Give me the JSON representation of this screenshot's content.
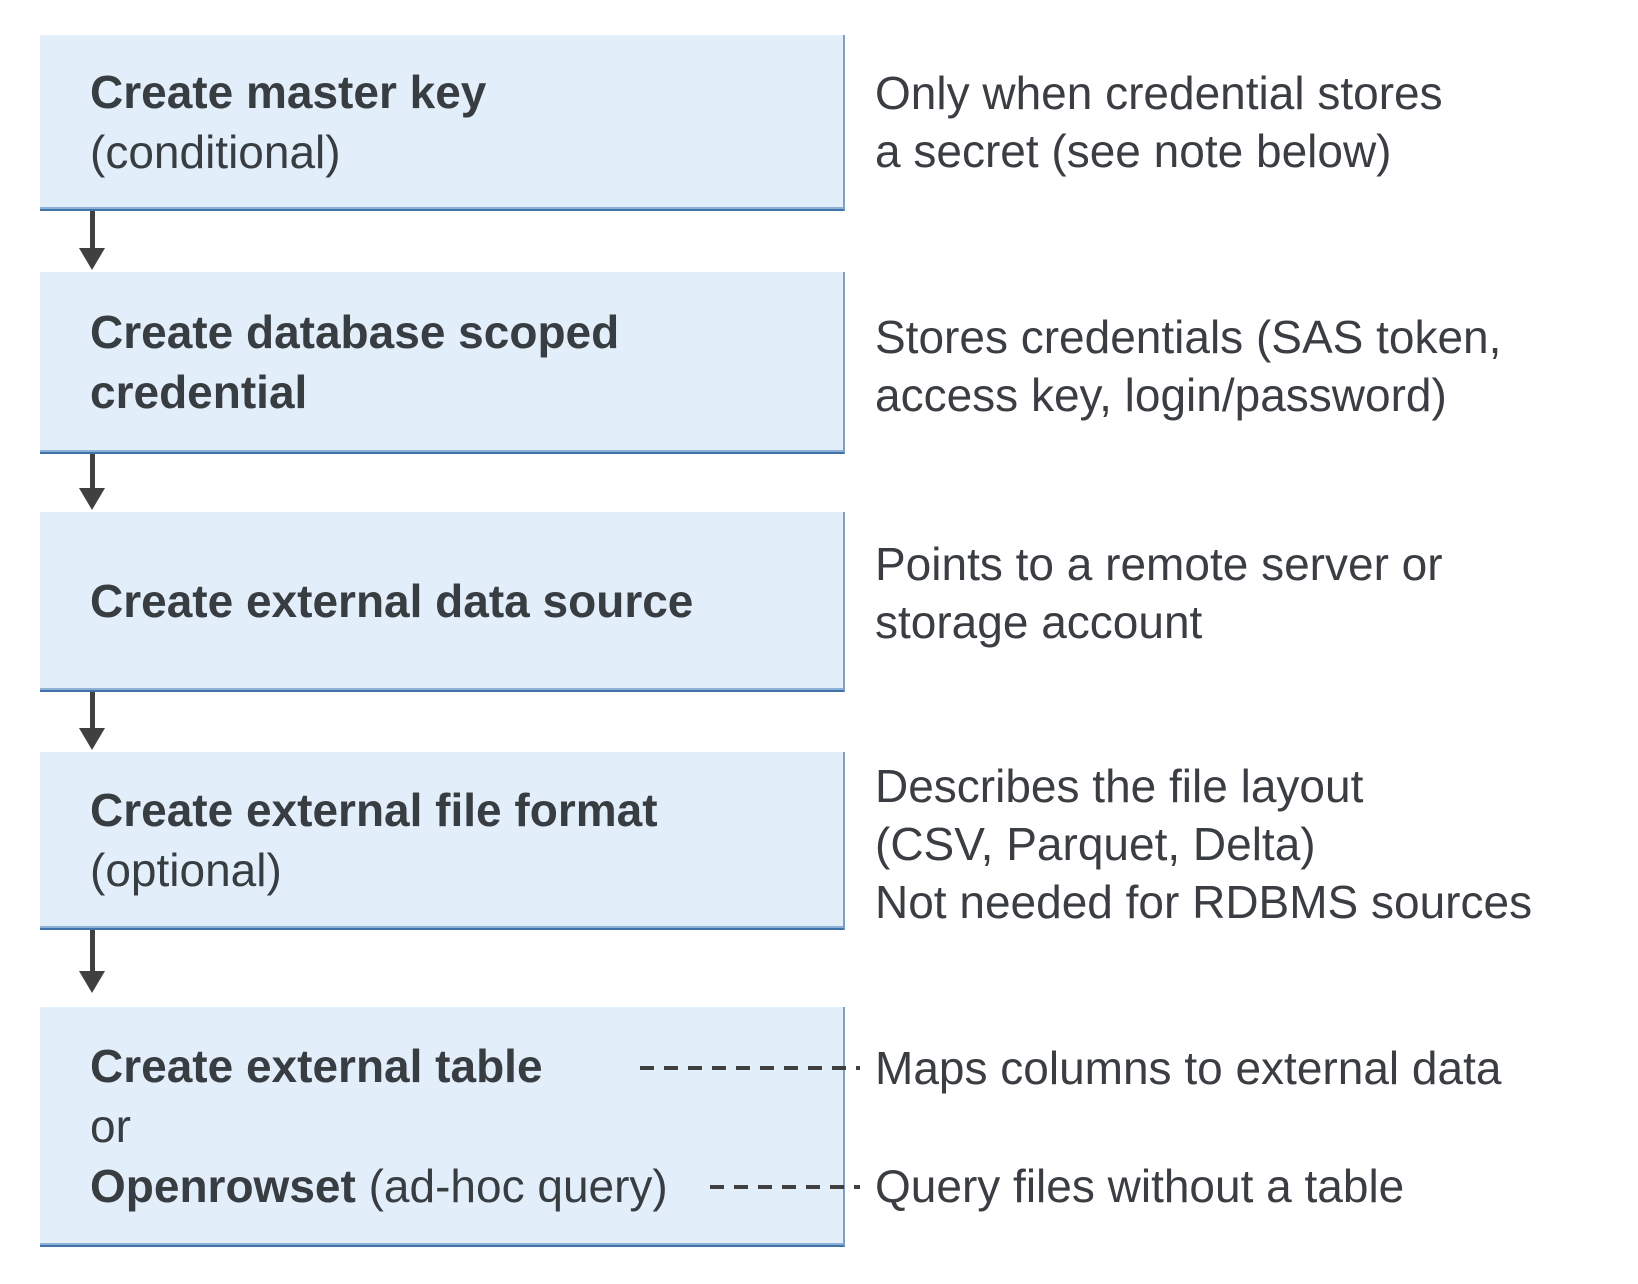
{
  "colors": {
    "box_fill": "#e3eefb",
    "box_border_dark": "#3f73a9",
    "box_border_light": "#7d9fc9",
    "text": "#3a3e42",
    "connector": "#404040"
  },
  "flow": {
    "steps": [
      {
        "title": "Create master key",
        "subtitle": "(conditional)",
        "note_lines": [
          "Only when credential stores",
          "a secret (see note below)"
        ]
      },
      {
        "title_lines": [
          "Create database scoped",
          "credential"
        ],
        "note_lines": [
          "Stores credentials (SAS token,",
          "access key, login/password)"
        ]
      },
      {
        "title": "Create external data source",
        "note_lines": [
          "Points to a remote server or",
          "storage account"
        ]
      },
      {
        "title": "Create external file format",
        "subtitle": "(optional)",
        "note_lines": [
          "Describes the file layout",
          "(CSV, Parquet, Delta)",
          "Not needed for RDBMS sources"
        ]
      },
      {
        "title": "Create external table",
        "conjunction": "or",
        "alt_title": "Openrowset",
        "alt_suffix": " (ad-hoc query)",
        "note_table": "Maps columns to external data",
        "note_openrowset": "Query files without a table"
      }
    ]
  }
}
